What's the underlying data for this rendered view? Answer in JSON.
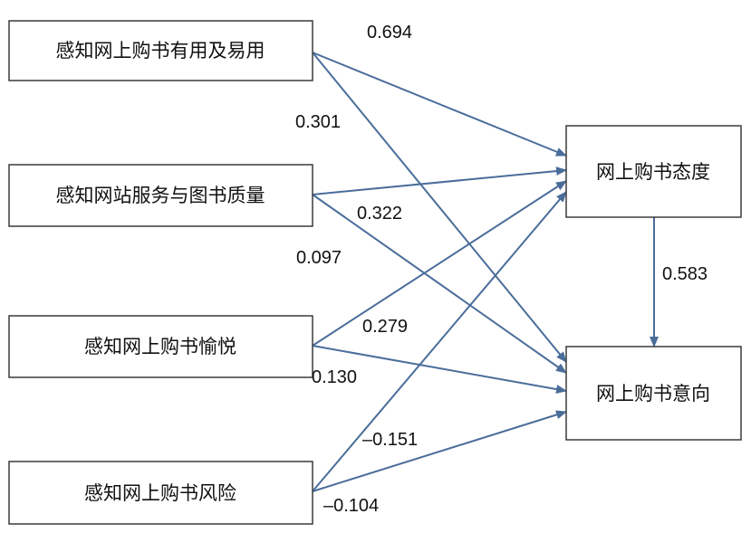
{
  "nodes": {
    "usefulness": "感知网上购书有用及易用",
    "service_quality": "感知网站服务与图书质量",
    "enjoyment": "感知网上购书愉悦",
    "risk": "感知网上购书风险",
    "attitude": "网上购书态度",
    "intention": "网上购书意向"
  },
  "edges": {
    "usefulness_attitude": "0.694",
    "usefulness_intention": "0.301",
    "service_attitude": "0.322",
    "service_intention": "0.097",
    "enjoyment_attitude": "0.279",
    "enjoyment_intention": "0.130",
    "risk_attitude": "–0.151",
    "risk_intention": "–0.104",
    "attitude_intention": "0.583"
  },
  "colors": {
    "arrow": "#4a6d9a",
    "box_border": "#3a3a3a",
    "text": "#111111"
  }
}
